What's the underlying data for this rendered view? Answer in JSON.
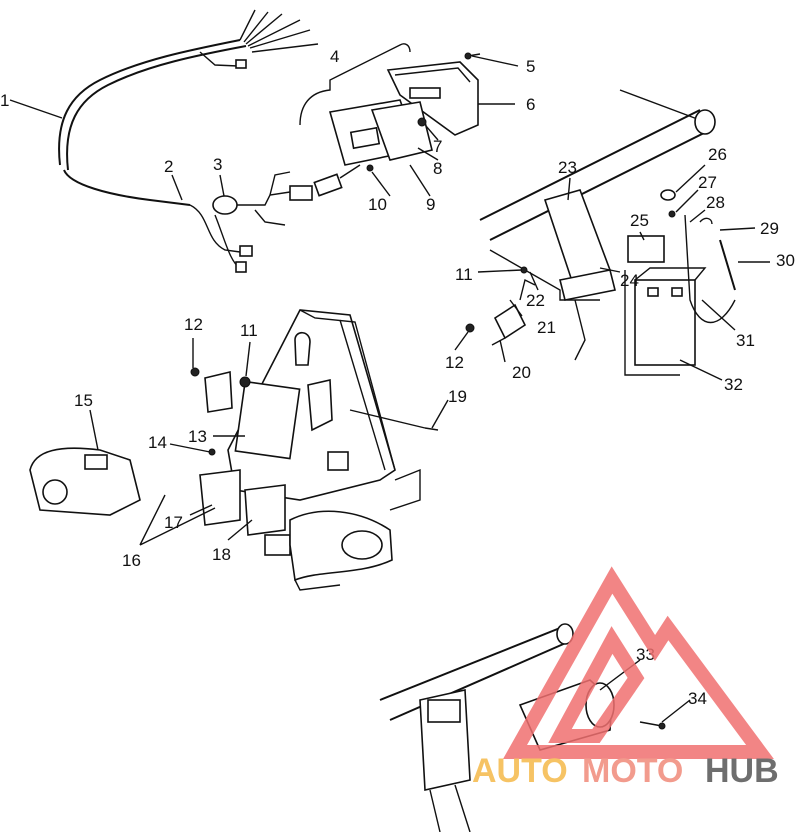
{
  "callouts": [
    "1",
    "2",
    "3",
    "4",
    "5",
    "6",
    "7",
    "8",
    "9",
    "10",
    "11",
    "12",
    "13",
    "14",
    "15",
    "16",
    "17",
    "18",
    "19",
    "20",
    "21",
    "22",
    "23",
    "24",
    "25",
    "26",
    "27",
    "28",
    "29",
    "30",
    "31",
    "32",
    "33",
    "34",
    "11",
    "12"
  ],
  "watermark": {
    "word_auto": "AUTO",
    "word_moto": "MOTO",
    "word_hub": "HUB",
    "color_auto": "#f5b94a",
    "color_moto": "#f08a7a",
    "color_hub": "#555555",
    "triangle_color": "#f07070"
  }
}
